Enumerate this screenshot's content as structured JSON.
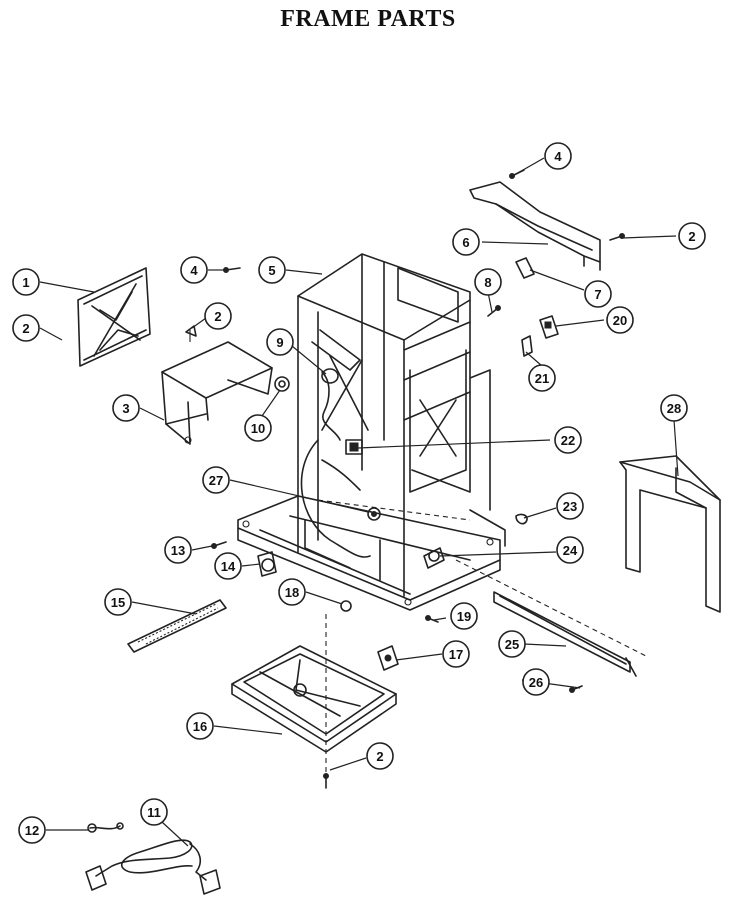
{
  "title": "FRAME PARTS",
  "callouts": [
    {
      "label": "1"
    },
    {
      "label": "2"
    },
    {
      "label": "3"
    },
    {
      "label": "4"
    },
    {
      "label": "5"
    },
    {
      "label": "2"
    },
    {
      "label": "10"
    },
    {
      "label": "9"
    },
    {
      "label": "27"
    },
    {
      "label": "13"
    },
    {
      "label": "14"
    },
    {
      "label": "15"
    },
    {
      "label": "18"
    },
    {
      "label": "16"
    },
    {
      "label": "2"
    },
    {
      "label": "11"
    },
    {
      "label": "12"
    },
    {
      "label": "4"
    },
    {
      "label": "6"
    },
    {
      "label": "2"
    },
    {
      "label": "7"
    },
    {
      "label": "8"
    },
    {
      "label": "20"
    },
    {
      "label": "21"
    },
    {
      "label": "22"
    },
    {
      "label": "28"
    },
    {
      "label": "23"
    },
    {
      "label": "24"
    },
    {
      "label": "19"
    },
    {
      "label": "17"
    },
    {
      "label": "25"
    },
    {
      "label": "26"
    }
  ]
}
